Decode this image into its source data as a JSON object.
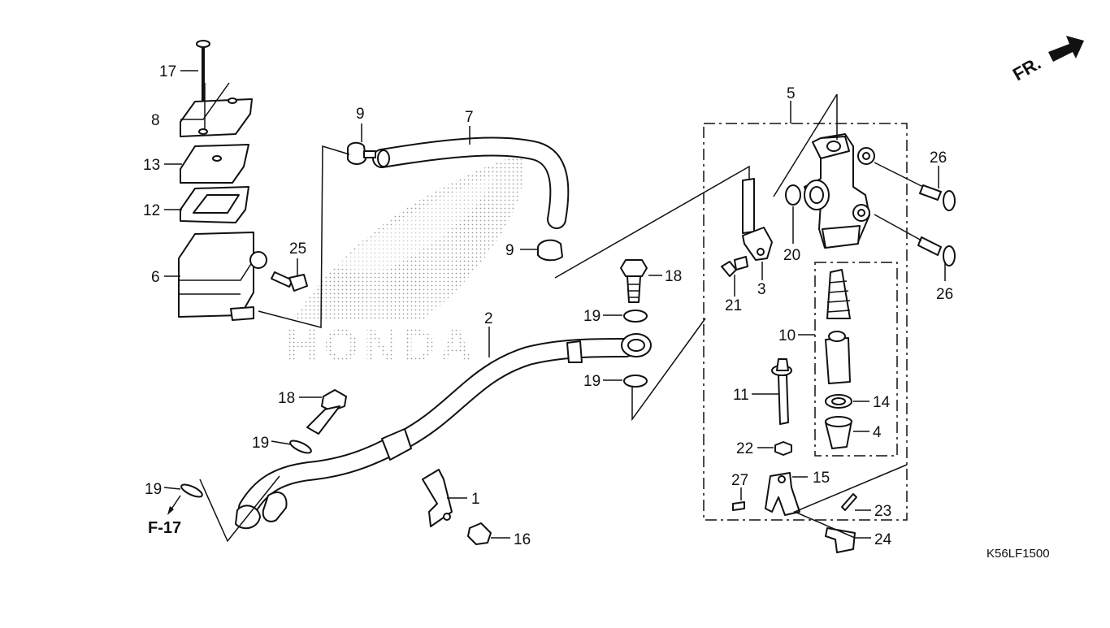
{
  "diagram": {
    "watermark": "HONDA",
    "diagram_code": "K56LF1500",
    "front_indicator": "FR.",
    "reference": "F-17",
    "callouts": [
      {
        "id": "c17",
        "text": "17"
      },
      {
        "id": "c8",
        "text": "8"
      },
      {
        "id": "c13",
        "text": "13"
      },
      {
        "id": "c12",
        "text": "12"
      },
      {
        "id": "c6",
        "text": "6"
      },
      {
        "id": "c25",
        "text": "25"
      },
      {
        "id": "c9a",
        "text": "9"
      },
      {
        "id": "c7",
        "text": "7"
      },
      {
        "id": "c9b",
        "text": "9"
      },
      {
        "id": "c18a",
        "text": "18"
      },
      {
        "id": "c19a",
        "text": "19"
      },
      {
        "id": "c2",
        "text": "2"
      },
      {
        "id": "c19b",
        "text": "19"
      },
      {
        "id": "c18b",
        "text": "18"
      },
      {
        "id": "c19c",
        "text": "19"
      },
      {
        "id": "c19d",
        "text": "19"
      },
      {
        "id": "c1",
        "text": "1"
      },
      {
        "id": "c16",
        "text": "16"
      },
      {
        "id": "c5",
        "text": "5"
      },
      {
        "id": "c26a",
        "text": "26"
      },
      {
        "id": "c20",
        "text": "20"
      },
      {
        "id": "c3",
        "text": "3"
      },
      {
        "id": "c21",
        "text": "21"
      },
      {
        "id": "c26b",
        "text": "26"
      },
      {
        "id": "c10",
        "text": "10"
      },
      {
        "id": "c11",
        "text": "11"
      },
      {
        "id": "c14",
        "text": "14"
      },
      {
        "id": "c4",
        "text": "4"
      },
      {
        "id": "c22",
        "text": "22"
      },
      {
        "id": "c27",
        "text": "27"
      },
      {
        "id": "c15",
        "text": "15"
      },
      {
        "id": "c23",
        "text": "23"
      },
      {
        "id": "c24",
        "text": "24"
      }
    ]
  }
}
